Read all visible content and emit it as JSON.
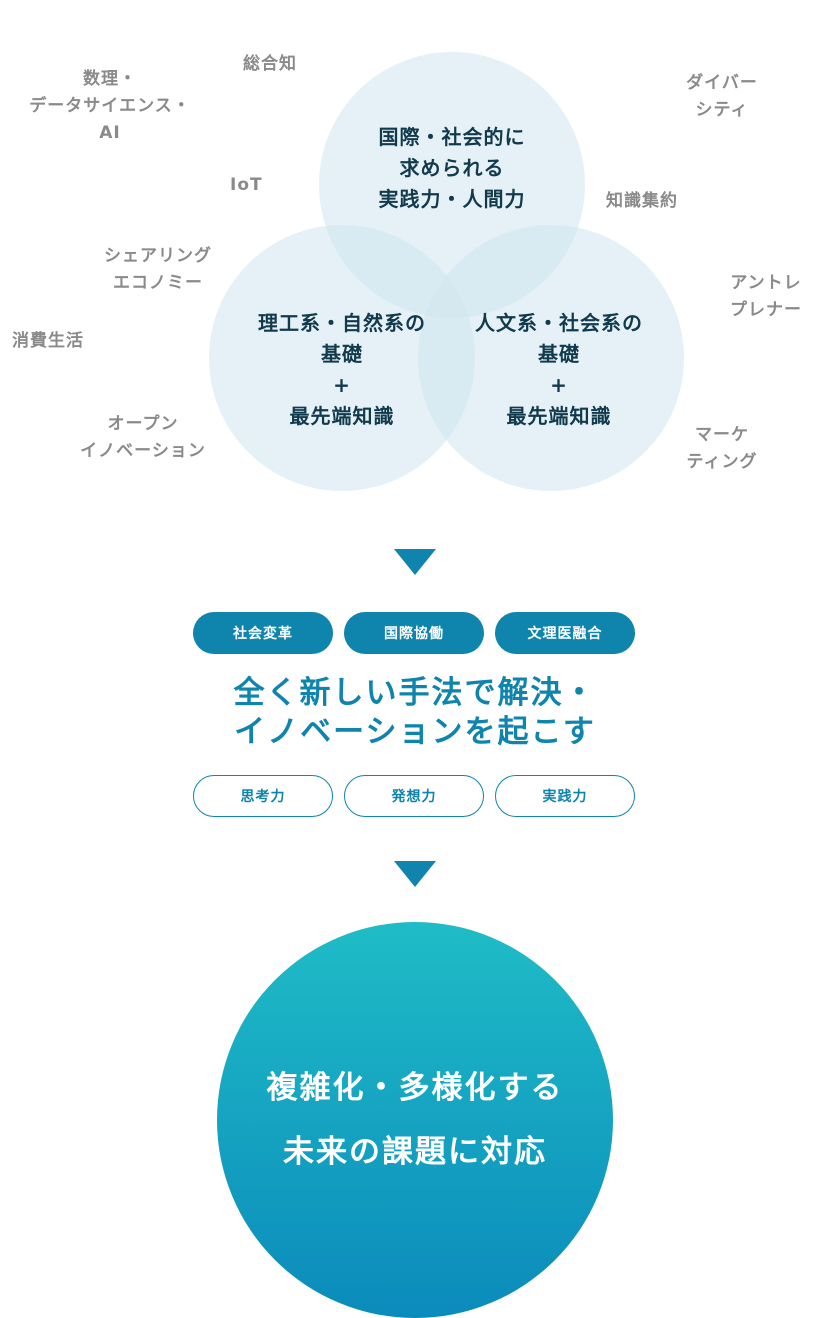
{
  "keywords": {
    "sogochi": "総合知",
    "suri": "数理・",
    "data_science": "データサイエンス・",
    "ai": "AI",
    "iot": "IoT",
    "sharing_1": "シェアリング",
    "sharing_2": "エコノミー",
    "consumer_life": "消費生活",
    "open_1": "オープン",
    "open_2": "イノベーション",
    "diversity_1": "ダイバー",
    "diversity_2": "シティ",
    "knowledge": "知識集約",
    "entrepreneur_1": "アントレ",
    "entrepreneur_2": "プレナー",
    "marketing_1": "マーケ",
    "marketing_2": "ティング"
  },
  "venn": {
    "top": [
      "国際・社会的に",
      "求められる",
      "実践力・人間力"
    ],
    "left": [
      "理工系・自然系の",
      "基礎",
      "+",
      "最先端知識"
    ],
    "right": [
      "人文系・社会系の",
      "基礎",
      "+",
      "最先端知識"
    ],
    "circle_color": "#e3f1f5"
  },
  "tags": [
    "社会変革",
    "国際協働",
    "文理医融合"
  ],
  "headline": [
    "全く新しい手法で解決・",
    "イノベーションを起こす"
  ],
  "skills": [
    "思考力",
    "発想力",
    "実践力"
  ],
  "outcome": [
    "複雑化・多様化する",
    "未来の課題に対応"
  ],
  "colors": {
    "accent": "#0f84ad",
    "keyword": "#8a8a8a",
    "circle_text": "#123a4d"
  }
}
